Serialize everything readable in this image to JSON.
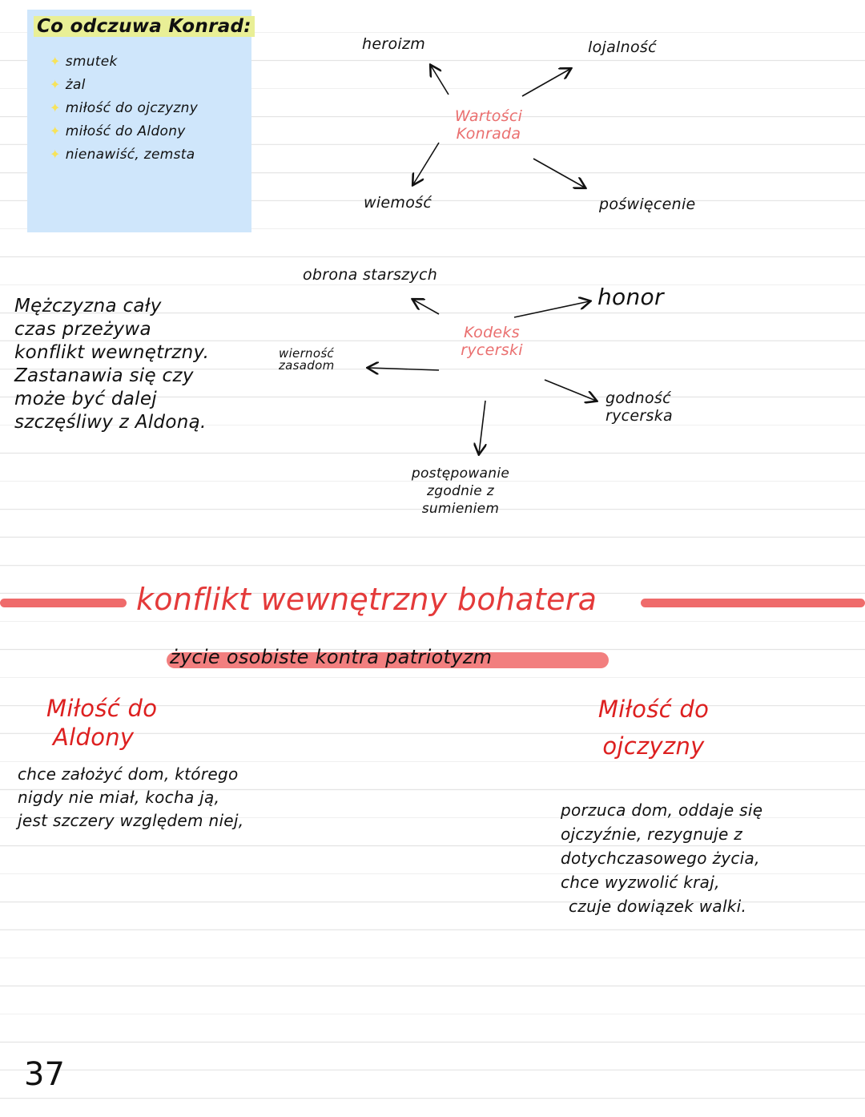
{
  "feelings": {
    "title": "Co odczuwa Konrad:",
    "items": [
      "smutek",
      "żal",
      "miłość do ojczyzny",
      "miłość do Aldony",
      "nienawiść, zemsta"
    ]
  },
  "values_map": {
    "center_line1": "Wartości",
    "center_line2": "Konrada",
    "heroism": "heroizm",
    "loyalty": "lojalność",
    "faith": "wiemość",
    "sacrifice": "poświęcenie"
  },
  "code_map": {
    "center_line1": "Kodeks",
    "center_line2": "rycerski",
    "defense": "obrona starszych",
    "honor": "honor",
    "fidelity_line1": "wierność",
    "fidelity_line2": "zasadom",
    "dignity_line1": "godność",
    "dignity_line2": "rycerska",
    "conscience_line1": "postępowanie",
    "conscience_line2": "zgodnie z",
    "conscience_line3": "sumieniem"
  },
  "side_note": [
    "Mężczyzna cały",
    "czas przeżywa",
    "konflikt wewnętrzny.",
    "Zastanawia się czy",
    "może być dalej",
    "szczęśliwy z Aldoną."
  ],
  "conflict": {
    "title": "konflikt   wewnętrzny bohatera",
    "subtitle": "życie  osobiste  kontra  patriotyzm"
  },
  "left_column": {
    "heading_line1": "Miłość do",
    "heading_line2": "Aldony",
    "body": [
      "chce założyć dom, którego",
      "nigdy nie miał, kocha ją,",
      "jest szczery względem niej,"
    ]
  },
  "right_column": {
    "heading_line1": "Miłość do",
    "heading_line2": "ojczyzny",
    "body": [
      "porzuca dom, oddaje się",
      "ojczyźnie, rezygnuje z",
      "dotychczasowego życia,",
      "chce wyzwolić kraj,",
      "czuje dowiązek walki."
    ]
  },
  "page_number": "37",
  "colors": {
    "note_bg": "#cfe6fb",
    "title_highlight": "#e9ef96",
    "accent_pink": "#ea6f6f",
    "accent_red": "#dd2020",
    "banner": "#ef6b6b"
  }
}
